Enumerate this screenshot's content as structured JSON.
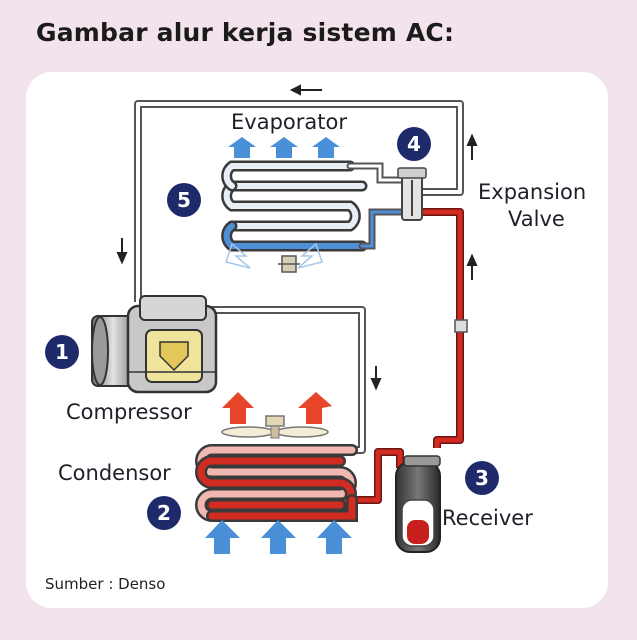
{
  "title": "Gambar alur kerja sistem AC:",
  "source": "Sumber : Denso",
  "labels": {
    "evaporator": "Evaporator",
    "expansion_valve_line1": "Expansion",
    "expansion_valve_line2": "Valve",
    "compressor": "Compressor",
    "condensor": "Condensor",
    "receiver": "Receiver"
  },
  "badges": {
    "compressor": "1",
    "condensor": "2",
    "receiver": "3",
    "expansion_valve": "4",
    "evaporator": "5"
  },
  "colors": {
    "page_background": "#f3e3ec",
    "badge": "#1f2a6b",
    "hot_line": "#d22b22",
    "cold_line": "#4f8fd8",
    "blue_arrow": "#4a90d9",
    "red_arrow": "#e8452a"
  }
}
